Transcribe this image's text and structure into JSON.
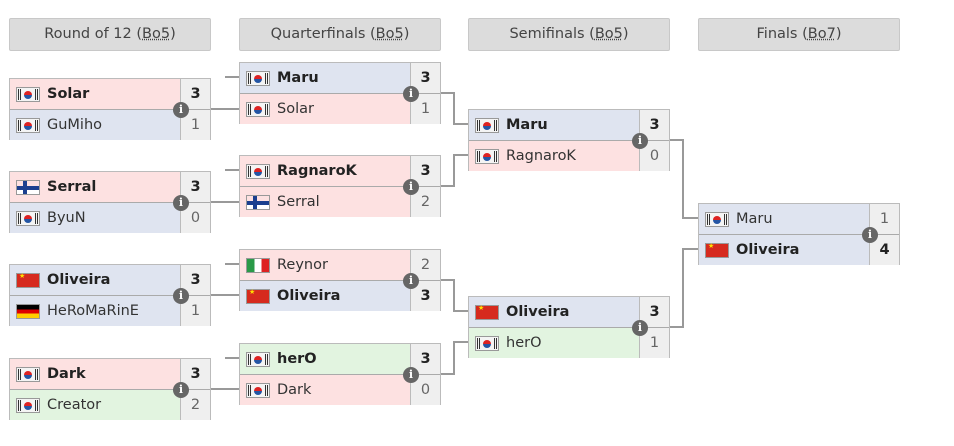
{
  "rounds": [
    {
      "title": "Round of 12 (",
      "bo": "Bo5",
      "close": ")",
      "matches": [
        [
          {
            "name": "Solar",
            "flag": "kr",
            "race": "Z",
            "score": "3",
            "win": true
          },
          {
            "name": "GuMiho",
            "flag": "kr",
            "race": "T",
            "score": "1"
          }
        ],
        [
          {
            "name": "Serral",
            "flag": "fi",
            "race": "Z",
            "score": "3",
            "win": true
          },
          {
            "name": "ByuN",
            "flag": "kr",
            "race": "T",
            "score": "0"
          }
        ],
        [
          {
            "name": "Oliveira",
            "flag": "cn",
            "race": "T",
            "score": "3",
            "win": true
          },
          {
            "name": "HeRoMaRinE",
            "flag": "de",
            "race": "T",
            "score": "1"
          }
        ],
        [
          {
            "name": "Dark",
            "flag": "kr",
            "race": "Z",
            "score": "3",
            "win": true
          },
          {
            "name": "Creator",
            "flag": "kr",
            "race": "P",
            "score": "2"
          }
        ]
      ]
    },
    {
      "title": "Quarterfinals (",
      "bo": "Bo5",
      "close": ")",
      "matches": [
        [
          {
            "name": "Maru",
            "flag": "kr",
            "race": "T",
            "score": "3",
            "win": true
          },
          {
            "name": "Solar",
            "flag": "kr",
            "race": "Z",
            "score": "1"
          }
        ],
        [
          {
            "name": "RagnaroK",
            "flag": "kr",
            "race": "Z",
            "score": "3",
            "win": true
          },
          {
            "name": "Serral",
            "flag": "fi",
            "race": "Z",
            "score": "2"
          }
        ],
        [
          {
            "name": "Reynor",
            "flag": "it",
            "race": "Z",
            "score": "2"
          },
          {
            "name": "Oliveira",
            "flag": "cn",
            "race": "T",
            "score": "3",
            "win": true
          }
        ],
        [
          {
            "name": "herO",
            "flag": "kr",
            "race": "P",
            "score": "3",
            "win": true
          },
          {
            "name": "Dark",
            "flag": "kr",
            "race": "Z",
            "score": "0"
          }
        ]
      ]
    },
    {
      "title": "Semifinals (",
      "bo": "Bo5",
      "close": ")",
      "matches": [
        [
          {
            "name": "Maru",
            "flag": "kr",
            "race": "T",
            "score": "3",
            "win": true
          },
          {
            "name": "RagnaroK",
            "flag": "kr",
            "race": "Z",
            "score": "0"
          }
        ],
        [
          {
            "name": "Oliveira",
            "flag": "cn",
            "race": "T",
            "score": "3",
            "win": true
          },
          {
            "name": "herO",
            "flag": "kr",
            "race": "P",
            "score": "1"
          }
        ]
      ]
    },
    {
      "title": "Finals (",
      "bo": "Bo7",
      "close": ")",
      "matches": [
        [
          {
            "name": "Maru",
            "flag": "kr",
            "race": "T",
            "score": "1"
          },
          {
            "name": "Oliveira",
            "flag": "cn",
            "race": "T",
            "score": "4",
            "win": true
          }
        ]
      ]
    }
  ],
  "info_icon": "i"
}
